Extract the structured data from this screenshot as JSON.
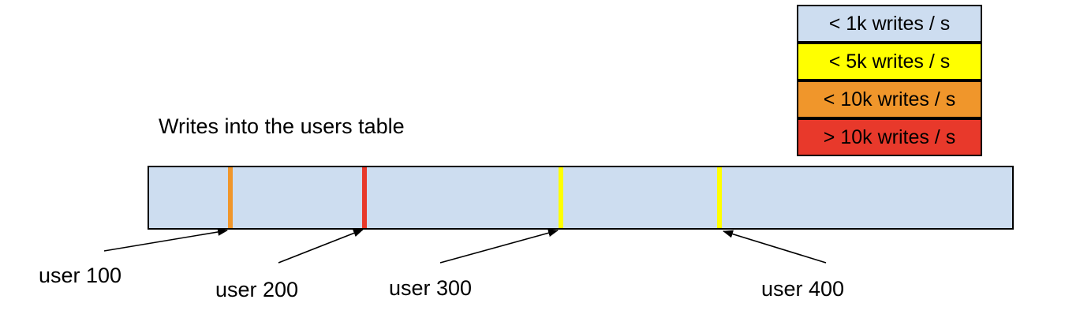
{
  "title": "Writes into the users table",
  "bar": {
    "fill": "#cdddf0",
    "markers": [
      {
        "label": "user 100",
        "color": "#f0962b"
      },
      {
        "label": "user 200",
        "color": "#e8392b"
      },
      {
        "label": "user 300",
        "color": "#ffff00"
      },
      {
        "label": "user 400",
        "color": "#ffff00"
      }
    ]
  },
  "legend": {
    "items": [
      {
        "label": "< 1k writes / s",
        "color": "#cdddf0"
      },
      {
        "label": "< 5k writes / s",
        "color": "#ffff00"
      },
      {
        "label": "< 10k writes / s",
        "color": "#f0962b"
      },
      {
        "label": "> 10k writes / s",
        "color": "#e8392b"
      }
    ]
  }
}
